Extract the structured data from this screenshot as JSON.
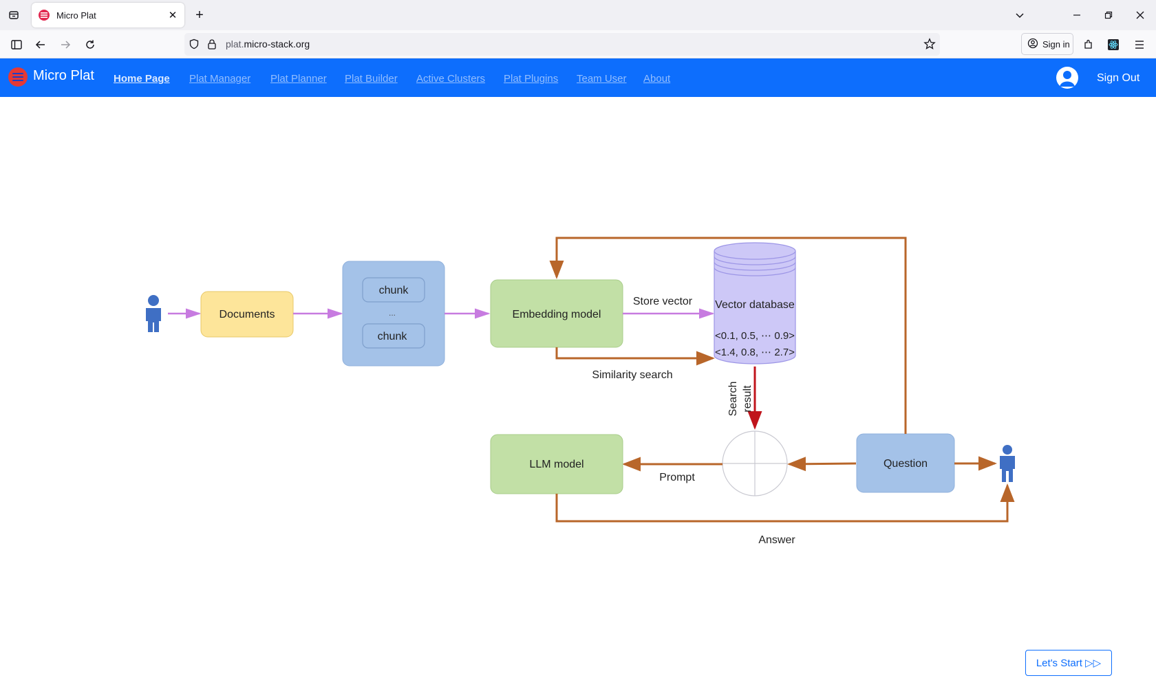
{
  "browser": {
    "tab_title": "Micro Plat",
    "url_host_prefix": "plat.",
    "url_host_domain": "micro-stack.org",
    "signin_label": "Sign in"
  },
  "header": {
    "brand": "Micro Plat",
    "nav": [
      {
        "label": "Home Page",
        "active": true
      },
      {
        "label": "Plat Manager",
        "active": false
      },
      {
        "label": "Plat Planner",
        "active": false
      },
      {
        "label": "Plat Builder",
        "active": false
      },
      {
        "label": "Active Clusters",
        "active": false
      },
      {
        "label": "Plat Plugins",
        "active": false
      },
      {
        "label": "Team User",
        "active": false
      },
      {
        "label": "About",
        "active": false
      }
    ],
    "sign_out": "Sign Out"
  },
  "diagram": {
    "documents": "Documents",
    "chunk_top": "chunk",
    "chunk_ellipsis": "...",
    "chunk_bottom": "chunk",
    "embedding_model": "Embedding model",
    "store_vector": "Store vector",
    "vector_database": "Vector database",
    "vector_row_1": "<0.1, 0.5, ⋯ 0.9>",
    "vector_row_2": "<1.4, 0.8, ⋯ 2.7>",
    "similarity_search": "Similarity search",
    "search_result_line1": "Search",
    "search_result_line2": "result",
    "llm_model": "LLM model",
    "prompt": "Prompt",
    "question": "Question",
    "answer": "Answer"
  },
  "cta": {
    "label": "Let's Start ▷▷"
  },
  "colors": {
    "header_bg": "#0d6efd",
    "documents_fill": "#fde59a",
    "chunk_fill": "#a4c2e8",
    "model_fill": "#c2e0a6",
    "db_fill": "#cdc8f7",
    "question_fill": "#a4c2e8",
    "arrow_purple": "#c77be0",
    "arrow_brown": "#b8662a",
    "arrow_red": "#c0141c",
    "person": "#3f6fc4"
  }
}
